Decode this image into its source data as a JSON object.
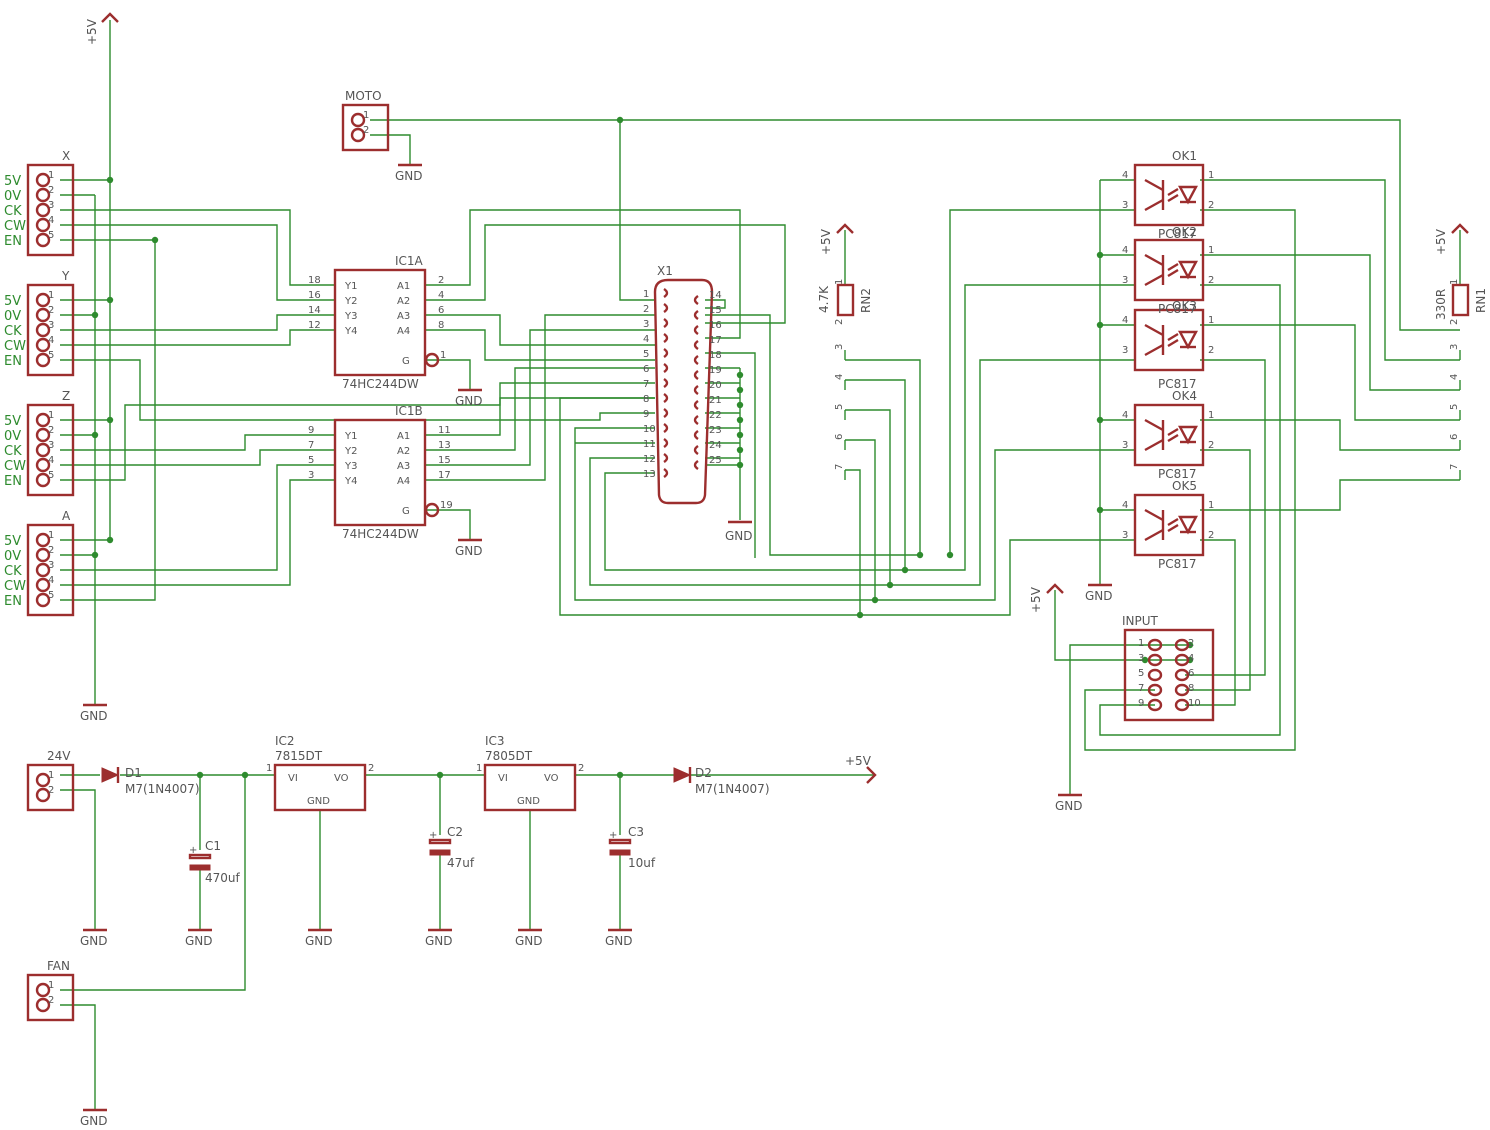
{
  "colors": {
    "wire": "#2e8b2e",
    "part": "#9c2e2e",
    "text": "#555555",
    "background": "#ffffff"
  },
  "texts": {
    "vcc": "+5V",
    "gnd": "GND",
    "x": "X",
    "y": "Y",
    "z": "Z",
    "a": "A",
    "l5v": "5V",
    "l0v": "0V",
    "lck": "CK",
    "lcw": "CW",
    "len": "EN",
    "moto": "MOTO",
    "ic1a": "IC1A",
    "ic1b": "IC1B",
    "ic_val": "74HC244DW",
    "y1": "Y1",
    "y2": "Y2",
    "y3": "Y3",
    "y4": "Y4",
    "a1": "A1",
    "a2": "A2",
    "a3": "A3",
    "a4": "A4",
    "g": "G",
    "x1": "X1",
    "rn2": "RN2",
    "rn2v": "4.7K",
    "rn1": "RN1",
    "rn1v": "330R",
    "ok1": "OK1",
    "ok2": "OK2",
    "ok3": "OK3",
    "ok4": "OK4",
    "ok5": "OK5",
    "pc817": "PC817",
    "input": "INPUT",
    "v24": "24V",
    "fan": "FAN",
    "d1": "D1",
    "d2": "D2",
    "dval": "M7(1N4007)",
    "ic2": "IC2",
    "ic2v": "7815DT",
    "ic3": "IC3",
    "ic3v": "7805DT",
    "vi": "VI",
    "vo": "VO",
    "c1": "C1",
    "c1v": "470uf",
    "c2": "C2",
    "c2v": "47uf",
    "c3": "C3",
    "c3v": "10uf"
  },
  "pins": {
    "p1": "1",
    "p2": "2",
    "p3": "3",
    "p4": "4",
    "p5": "5",
    "p6": "6",
    "p7": "7",
    "p8": "8",
    "p9": "9",
    "p10": "10",
    "p11": "11",
    "p12": "12",
    "p13": "13",
    "p14": "14",
    "p15": "15",
    "p16": "16",
    "p17": "17",
    "p18": "18",
    "p19": "19",
    "p20": "20",
    "p21": "21",
    "p22": "22",
    "p23": "23",
    "p24": "24",
    "p25": "25"
  }
}
